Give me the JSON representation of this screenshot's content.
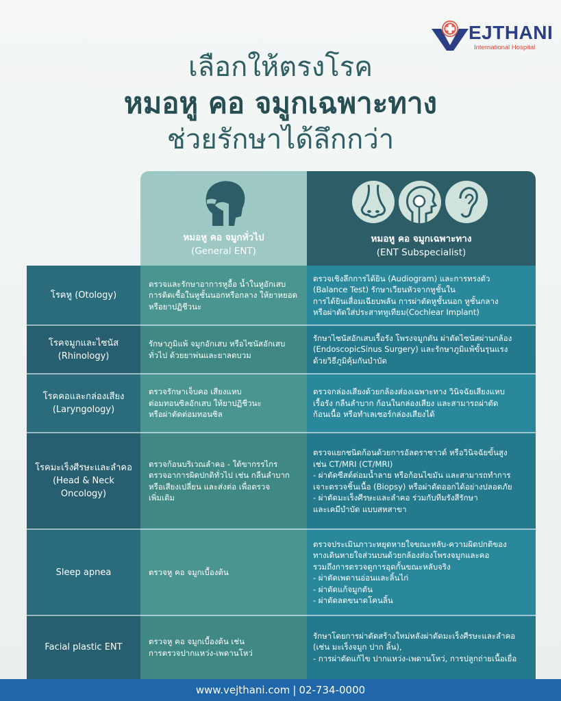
{
  "brand": {
    "name": "EJTHANI",
    "subtitle": "International Hospital",
    "colors": {
      "navy": "#2b3f87",
      "red": "#d9463b"
    }
  },
  "headline": {
    "line1": "เลือกให้ตรงโรค",
    "line2": "หมอหู คอ จมูกเฉพาะทาง",
    "line3": "ช่วยรักษาได้ลึกกว่า"
  },
  "columns": {
    "general": {
      "label": "หมอหู คอ จมูกทั่วไป",
      "sublabel": "(General ENT)",
      "icon": "head-anatomy-icon"
    },
    "specialist": {
      "label": "หมอหู คอ จมูกเฉพาะทาง",
      "sublabel": "(ENT Subspecialist)",
      "icons": [
        "nose-icon",
        "throat-icon",
        "ear-icon"
      ]
    }
  },
  "rows": [
    {
      "name": [
        "โรคหู (Otology)"
      ],
      "general": [
        "ตรวจและรักษาอาการหูอื้อ น้ำในหูอักเสบ",
        "การติดเชื้อในหูชั้นนอกหรือกลาง ให้ยาหยอด",
        "หรือยาปฏิชีวนะ"
      ],
      "specialist": [
        "ตรวจเชิงลึกการได้ยิน (Audiogram) และการทรงตัว",
        "(Balance Test) รักษาเวียนหัวจากหูชั้นใน",
        "การได้ยินเสื่อมเฉียบพลัน การผ่าตัดหูชั้นนอก หูชั้นกลาง",
        "หรือผ่าตัดใส่ประสาทหูเทียม(Cochlear Implant)"
      ]
    },
    {
      "name": [
        "โรคจมูกและไซนัส",
        "(Rhinology)"
      ],
      "general": [
        "รักษาภูมิแพ้ จมูกอักเสบ หรือไซนัสอักเสบ",
        "ทั่วไป ด้วยยาพ่นและยาลดบวม"
      ],
      "specialist": [
        "รักษาไซนัสอักเสบเรื้อรัง โพรงจมูกตัน ผ่าตัดไซนัสผ่านกล้อง",
        "(EndoscopicSinus Surgery) และรักษาภูมิแพ้ขั้นรุนแรง",
        "ด้วยวิธีภูมิคุ้มกันบำบัด"
      ]
    },
    {
      "name": [
        "โรคคอและกล่องเสียง",
        "(Laryngology)"
      ],
      "general": [
        "ตรวจรักษาเจ็บคอ เสียงแหบ",
        "ต่อมทอนซิลอักเสบ ให้ยาปฏิชีวนะ",
        "หรือผ่าตัดต่อมทอนซิล"
      ],
      "specialist": [
        "ตรวจกล่องเสียงด้วยกล้องส่องเฉพาะทาง วินิจฉัยเสียงแหบ",
        "เรื้อรัง กลืนลำบาก ก้อนในกล่องเสียง และสามารถผ่าตัด",
        "ก้อนเนื้อ หรือทำเลเซอร์กล่องเสียงได้"
      ]
    },
    {
      "name": [
        "โรคมะเร็งศีรษะและลำคอ",
        "(Head & Neck",
        "Oncology)"
      ],
      "general": [
        "ตรวจก้อนบริเวณลำคอ - ใต้ขากรรไกร",
        "ตรวจอาการผิดปกติทั่วไป เช่น กลืนลำบาก",
        "หรือเสียงเปลี่ยน และส่งต่อ เพื่อตรวจ",
        "เพิ่มเติม"
      ],
      "specialist": [
        "ตรวจแยกชนิดก้อนด้วยการอัลตราซาวด์ หรือวินิจฉัยขั้นสูง",
        "เช่น CT/MRI (CT/MRI)",
        "-  ผ่าตัดซีสต์ต่อมน้ำลาย หรือก้อนไขมัน และสามารถทำการ",
        "   เจาะตรวจชิ้นเนื้อ (Biopsy) หรือผ่าตัดออกได้อย่างปลอดภัย",
        "-  ผ่าตัดมะเร็งศีรษะและลำคอ ร่วมกับทีมรังสีรักษา",
        "   และเคมีบำบัด แบบสหสาขา"
      ]
    },
    {
      "name": [
        "Sleep apnea"
      ],
      "general": [
        "ตรวจหู คอ จมูกเบื้องต้น"
      ],
      "specialist": [
        "ตรวจประเมินภาวะหยุดหายใจขณะหลับ-ความผิดปกติของ",
        "ทางเดินหายใจส่วนบนด้วยกล้องส่องโพรงจมูกและคอ",
        "รวมถึงการตรวจดูการอุดกั้นขณะหลับจริง",
        "-  ผ่าตัดเพดานอ่อนและลิ้นไก่",
        "-  ผ่าตัดแก้จมูกตัน",
        "-  ผ่าตัดลดขนาดโคนลิ้น"
      ]
    },
    {
      "name": [
        "Facial plastic ENT"
      ],
      "general": [
        "ตรวจหู คอ จมูกเบื้องต้น เช่น",
        "การตรวจปากแหว่ง-เพดานโหว่"
      ],
      "specialist": [
        "รักษาโดยการผ่าตัดสร้างใหม่หลังผ่าตัดมะเร็งศีรษะและลำคอ",
        "(เช่น มะเร็งจมูก ปาก ลิ้น),",
        "-  การผ่าตัดแก้ไข ปากแหว่ง-เพดานโหว่, การปลูกถ่ายเนื้อเยื่อ"
      ]
    }
  ],
  "footer": {
    "website": "www.vejthani.com",
    "phone": "02-734-0000"
  }
}
